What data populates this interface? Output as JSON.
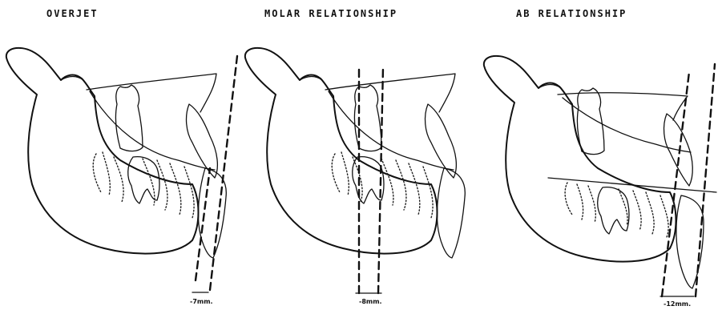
{
  "panels": [
    {
      "id": "overjet",
      "title": "OVERJET",
      "measure": "-7mm."
    },
    {
      "id": "molar",
      "title": "MOLAR RELATIONSHIP",
      "measure": "-8mm."
    },
    {
      "id": "ab",
      "title": "AB RELATIONSHIP",
      "measure": "-12mm."
    }
  ]
}
